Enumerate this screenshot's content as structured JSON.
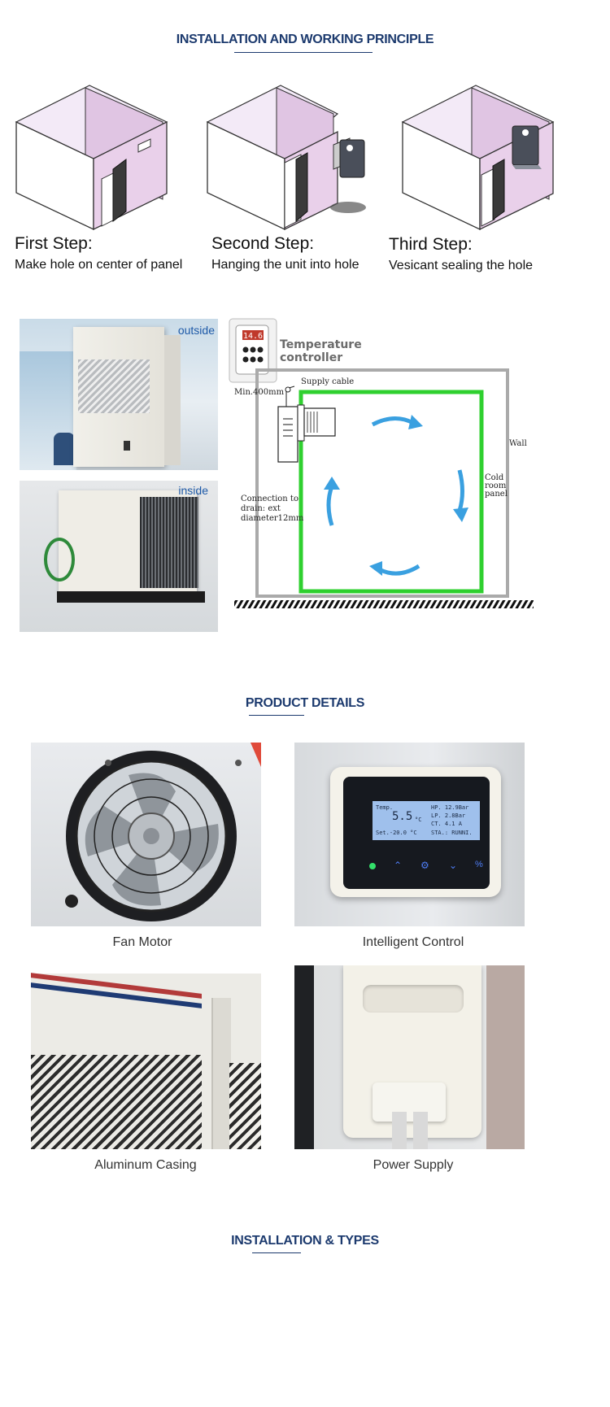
{
  "section1": {
    "title": "INSTALLATION AND WORKING PRINCIPLE"
  },
  "steps": [
    {
      "title": "First Step:",
      "desc": "Make hole on center of panel"
    },
    {
      "title": "Second Step:",
      "desc": "Hanging the unit into hole"
    },
    {
      "title": "Third Step:",
      "desc": "Vesicant sealing the hole"
    }
  ],
  "photos": {
    "outside_label": "outside",
    "inside_label": "inside"
  },
  "diagram": {
    "controller_label_1": "Temperature",
    "controller_label_2": "controller",
    "controller_display": "14.6",
    "supply_cable": "Supply cable",
    "min_distance": "Min.400mm",
    "wall": "Wall",
    "cold_room_1": "Cold",
    "cold_room_2": "room",
    "cold_room_3": "panel",
    "drain_1": "Connection to",
    "drain_2": "drain: ext",
    "drain_3": "diameter12mm"
  },
  "section2": {
    "title": "PRODUCT DETAILS"
  },
  "details": [
    {
      "caption": "Fan Motor"
    },
    {
      "caption": "Intelligent Control"
    },
    {
      "caption": "Aluminum Casing"
    },
    {
      "caption": "Power Supply"
    }
  ],
  "lcd": {
    "l1a": "Temp.",
    "l1b": "HP.  12.9Bar",
    "l2a": "5.5",
    "l2u": "°C",
    "l2b": "LP.   2.8Bar",
    "l3b": "CT.   4.1 A",
    "l4a": "Set.-20.0 °C",
    "l4b": "STA.: RUNNI."
  },
  "section3": {
    "title": "INSTALLATION & TYPES"
  }
}
